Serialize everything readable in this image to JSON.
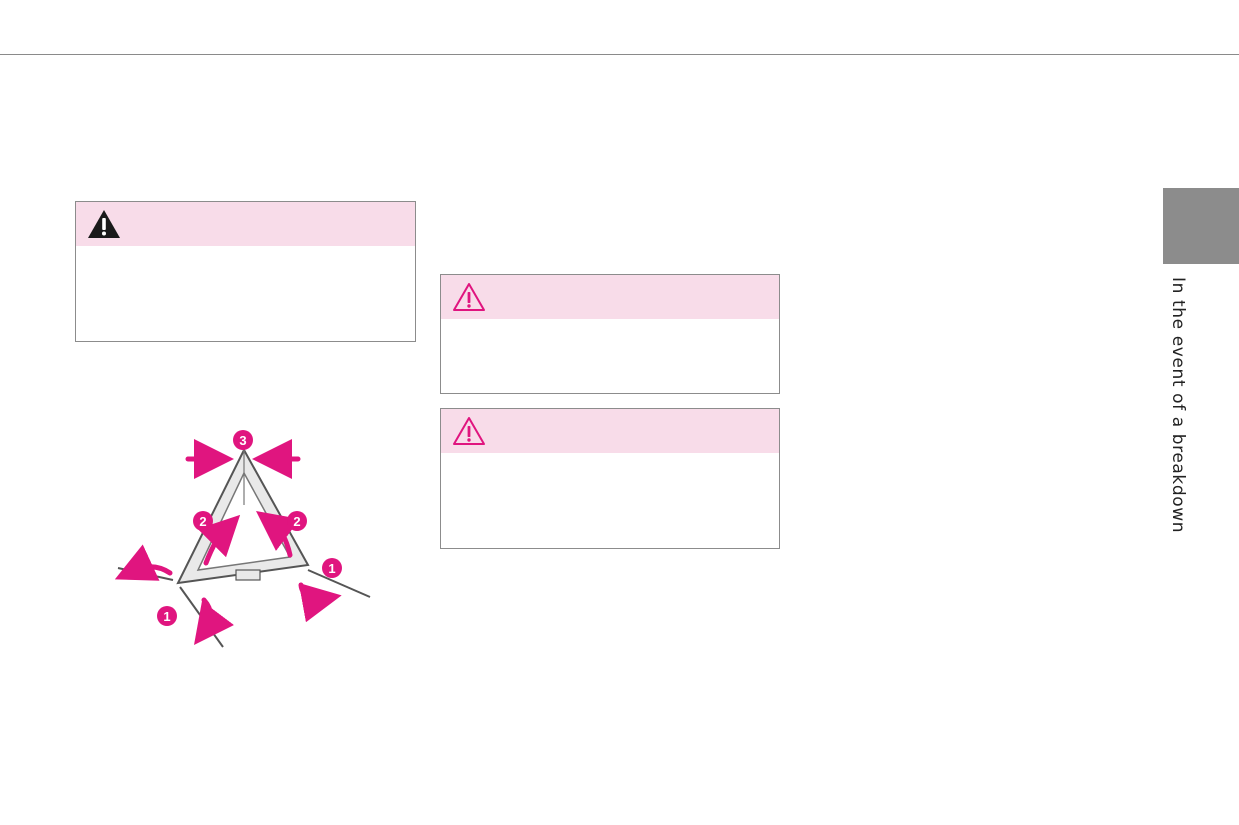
{
  "sidebar": {
    "section_label": "In the event of a breakdown"
  },
  "figure": {
    "callouts": [
      "1",
      "1",
      "2",
      "2",
      "3"
    ]
  },
  "colors": {
    "accent": "#e0157f",
    "warning_header_bg": "#f8dce9",
    "rule": "#8a8a8a",
    "tab": "#8c8c8c"
  },
  "icons": [
    "warning-filled-icon",
    "warning-outline-icon",
    "warning-outline-icon"
  ]
}
